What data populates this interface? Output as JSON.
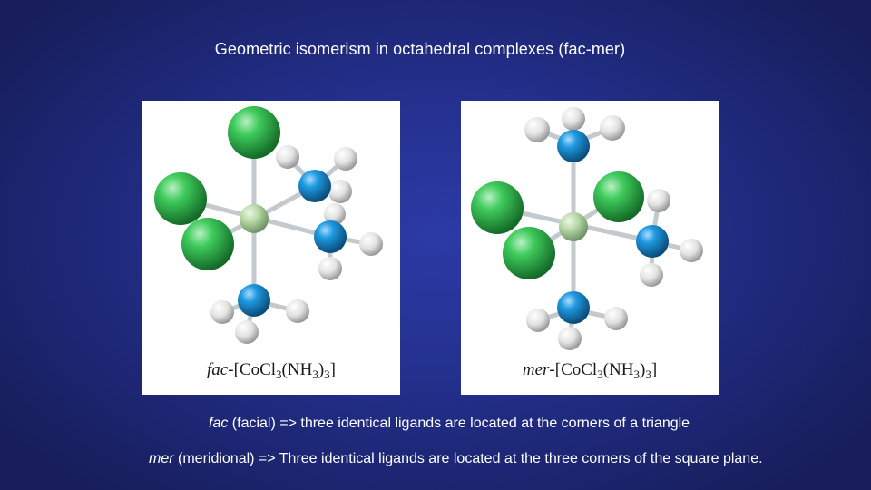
{
  "slide": {
    "title": "Geometric isomerism in octahedral complexes (fac-mer)"
  },
  "panels": {
    "fac": {
      "prefix": "fac",
      "formula_main": "-[CoCl",
      "sub1": "3",
      "formula_mid": "(NH",
      "sub2": "3",
      "formula_close": ")",
      "sub3": "3",
      "formula_end": "]"
    },
    "mer": {
      "prefix": "mer",
      "formula_main": "-[CoCl",
      "sub1": "3",
      "formula_mid": "(NH",
      "sub2": "3",
      "formula_close": ")",
      "sub3": "3",
      "formula_end": "]"
    }
  },
  "captions": {
    "fac": {
      "term": "fac",
      "text": " (facial) => three identical ligands are located at the corners of a triangle"
    },
    "mer": {
      "term": "mer",
      "text": " (meridional) => Three identical ligands are located at the three corners of the square plane."
    }
  },
  "colors": {
    "chlorine": "#2db34a",
    "nitrogen": "#1d8fd1",
    "hydrogen": "#e6e6e6",
    "cobalt": "#b5d6a6",
    "bond": "#c8ccd0"
  }
}
